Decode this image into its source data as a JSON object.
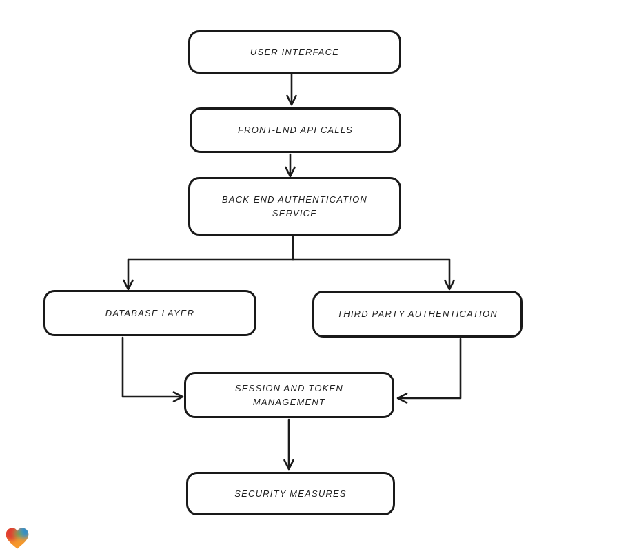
{
  "canvas": {
    "background_color": "#ffffff",
    "stroke_color": "#1b1b1b",
    "text_color": "#1e1e1e"
  },
  "diagram": {
    "type": "flowchart",
    "style": "hand-drawn",
    "nodes": [
      {
        "id": "user-interface",
        "label": "USER INTERFACE"
      },
      {
        "id": "front-end-api-calls",
        "label": "FRONT-END API CALLS"
      },
      {
        "id": "back-end-authentication-service",
        "label": "BACK-END AUTHENTICATION SERVICE"
      },
      {
        "id": "database-layer",
        "label": "DATABASE LAYER"
      },
      {
        "id": "third-party-authentication",
        "label": "THIRD PARTY AUTHENTICATION"
      },
      {
        "id": "session-and-token-management",
        "label": "SESSION AND TOKEN MANAGEMENT"
      },
      {
        "id": "security-measures",
        "label": "SECURITY MEASURES"
      }
    ],
    "edges": [
      {
        "from": "user-interface",
        "to": "front-end-api-calls"
      },
      {
        "from": "front-end-api-calls",
        "to": "back-end-authentication-service"
      },
      {
        "from": "back-end-authentication-service",
        "to": "database-layer"
      },
      {
        "from": "back-end-authentication-service",
        "to": "third-party-authentication"
      },
      {
        "from": "database-layer",
        "to": "session-and-token-management"
      },
      {
        "from": "third-party-authentication",
        "to": "session-and-token-management"
      },
      {
        "from": "session-and-token-management",
        "to": "security-measures"
      }
    ]
  },
  "branding": {
    "logo_icon": "gradient-heart-logo",
    "logo_colors": {
      "red": "#e03c31",
      "blue": "#2f8ccd",
      "green": "#63a74f",
      "orange": "#f6992c"
    }
  }
}
